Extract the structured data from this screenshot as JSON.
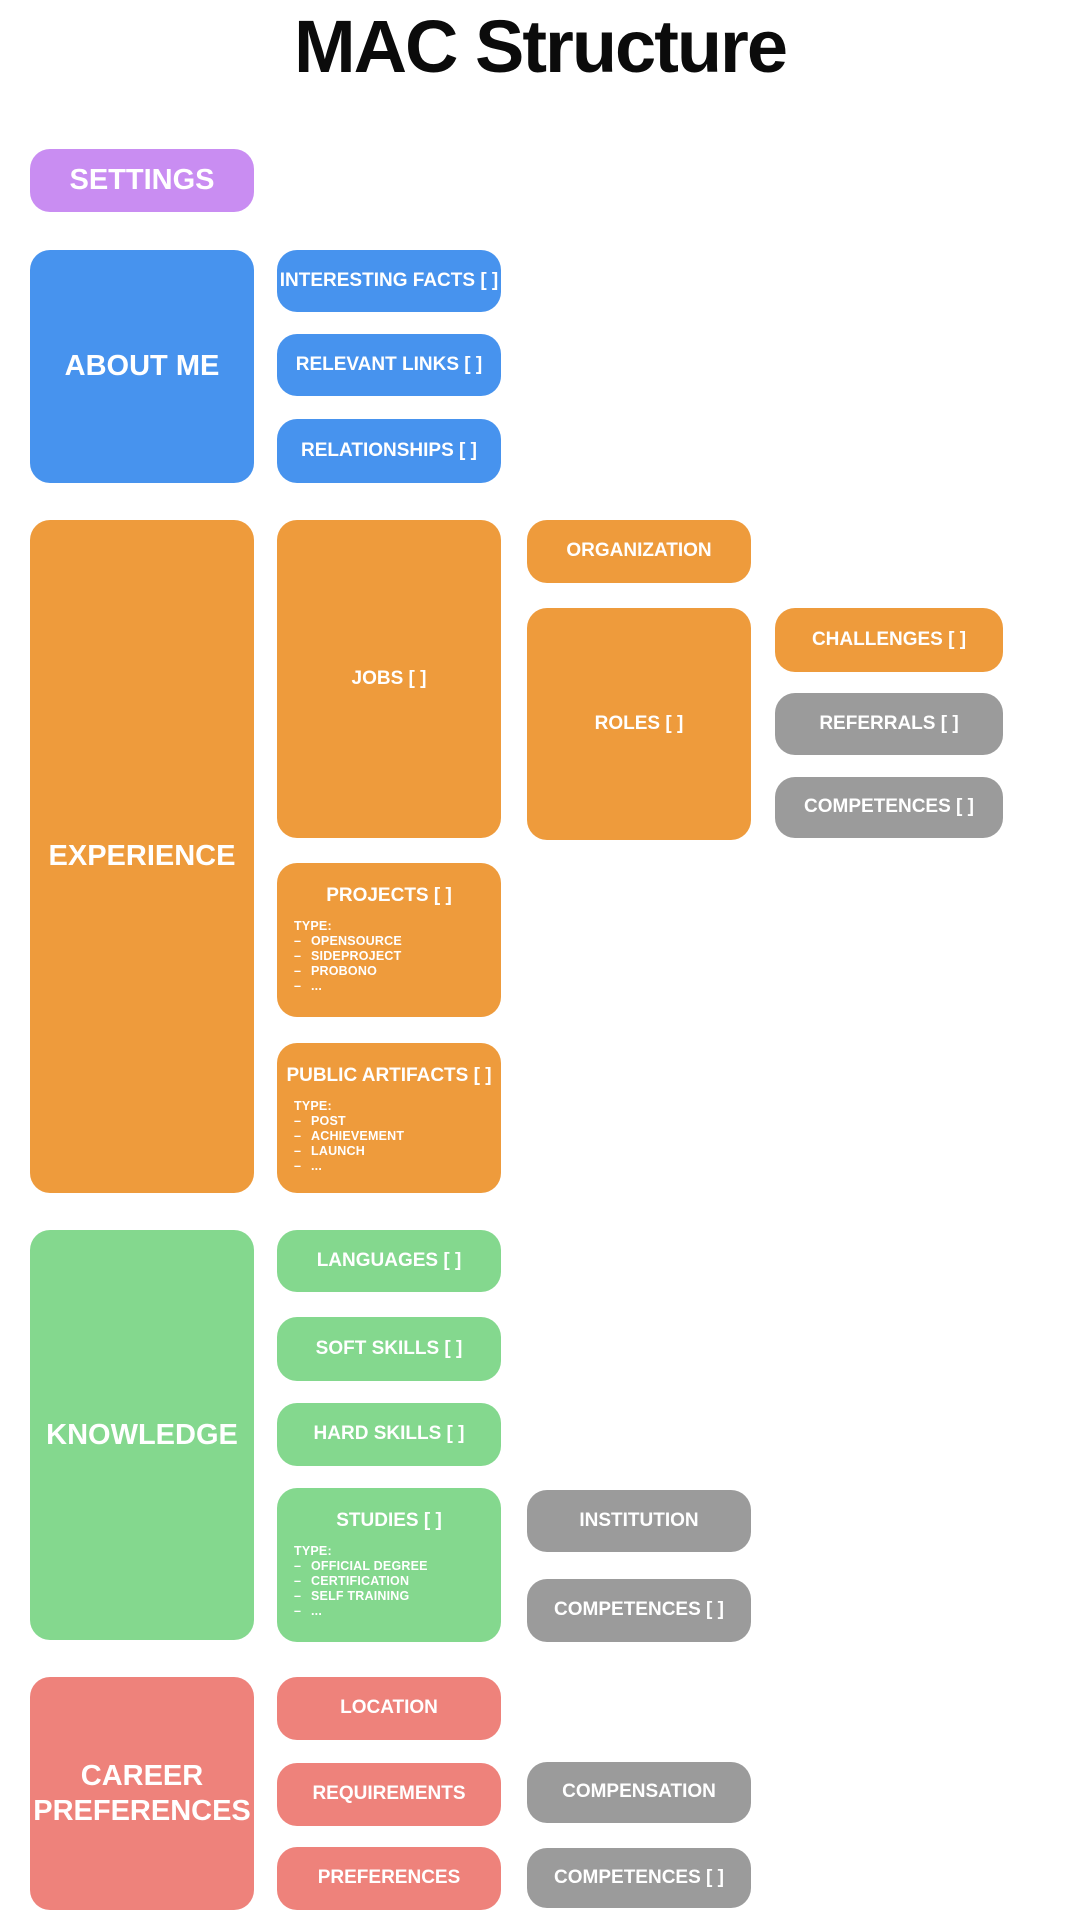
{
  "title": "MAC Structure",
  "bullet": "–",
  "colors": {
    "purple": "#c98df2",
    "blue": "#4793ee",
    "orange": "#ee9b3c",
    "green": "#84d88e",
    "red": "#ee827b",
    "gray": "#9b9b9b"
  },
  "settings": {
    "label": "SETTINGS"
  },
  "about": {
    "label": "ABOUT ME",
    "interesting_facts": "INTERESTING FACTS [ ]",
    "relevant_links": "RELEVANT LINKS [ ]",
    "relationships": "RELATIONSHIPS [ ]"
  },
  "experience": {
    "label": "EXPERIENCE",
    "jobs": "JOBS [ ]",
    "organization": "ORGANIZATION",
    "roles": "ROLES [ ]",
    "challenges": "CHALLENGES [ ]",
    "referrals": "REFERRALS [ ]",
    "competences": "COMPETENCES [ ]",
    "projects": {
      "title": "PROJECTS [ ]",
      "type_label": "TYPE:",
      "types": [
        "OPENSOURCE",
        "SIDEPROJECT",
        "PROBONO",
        "..."
      ]
    },
    "public_artifacts": {
      "title": "PUBLIC ARTIFACTS [ ]",
      "type_label": "TYPE:",
      "types": [
        "POST",
        "ACHIEVEMENT",
        "LAUNCH",
        "..."
      ]
    }
  },
  "knowledge": {
    "label": "KNOWLEDGE",
    "languages": "LANGUAGES [ ]",
    "soft_skills": "SOFT SKILLS [ ]",
    "hard_skills": "HARD SKILLS [ ]",
    "studies": {
      "title": "STUDIES [ ]",
      "type_label": "TYPE:",
      "types": [
        "OFFICIAL DEGREE",
        "CERTIFICATION",
        "SELF TRAINING",
        "..."
      ]
    },
    "institution": "INSTITUTION",
    "competences": "COMPETENCES [ ]"
  },
  "career": {
    "label": "CAREER PREFERENCES",
    "location": "LOCATION",
    "requirements": "REQUIREMENTS",
    "preferences": "PREFERENCES",
    "compensation": "COMPENSATION",
    "competences": "COMPETENCES [ ]"
  }
}
